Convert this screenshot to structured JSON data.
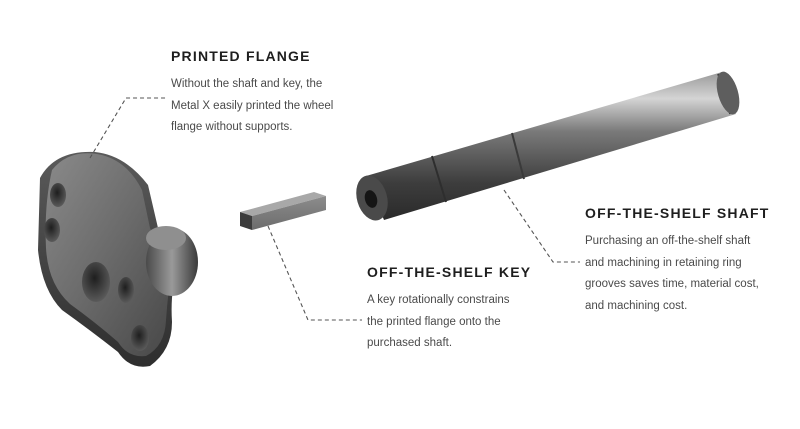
{
  "callouts": {
    "flange": {
      "title": "PRINTED FLANGE",
      "lines": [
        "Without the shaft and key, the",
        "Metal X easily printed the wheel",
        "flange without supports."
      ]
    },
    "key": {
      "title": "OFF-THE-SHELF KEY",
      "lines": [
        "A key rotationally constrains",
        "the printed flange onto the",
        "purchased shaft."
      ]
    },
    "shaft": {
      "title": "OFF-THE-SHELF SHAFT",
      "lines": [
        "Purchasing an off-the-shelf shaft",
        "and machining in retaining ring",
        "grooves saves time, material cost,",
        "and machining cost."
      ]
    }
  },
  "colors": {
    "background": "#ffffff",
    "metal_dark": "#3a3a3a",
    "metal_mid": "#6e6e6e",
    "metal_light": "#b8b8b8",
    "leader_line": "#555555"
  }
}
